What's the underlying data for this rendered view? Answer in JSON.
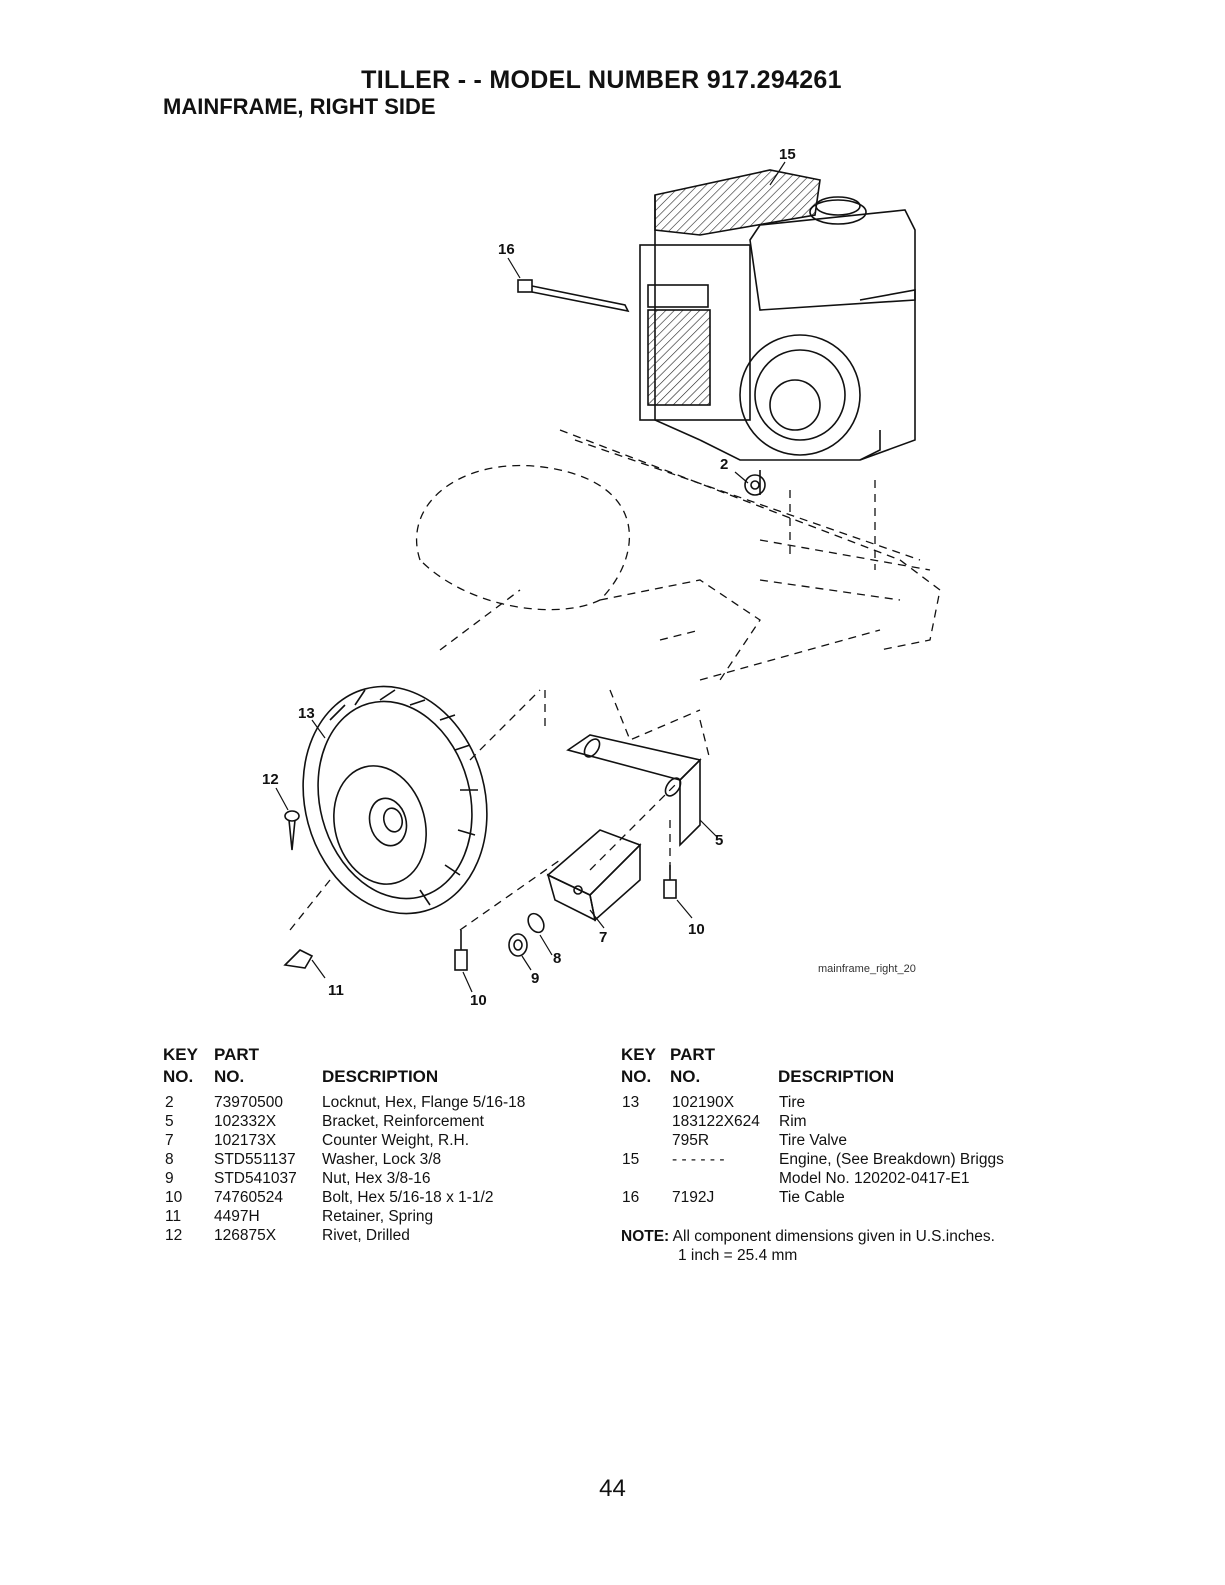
{
  "header": {
    "title": "TILLER - - MODEL NUMBER 917.294261",
    "subtitle": "MAINFRAME, RIGHT SIDE"
  },
  "diagram": {
    "figure_id": "mainframe_right_20",
    "callouts": [
      "15",
      "16",
      "2",
      "13",
      "12",
      "5",
      "10",
      "7",
      "8",
      "9",
      "11",
      "10"
    ]
  },
  "table_left": {
    "headers": {
      "key_top": "KEY",
      "key_bottom": "NO.",
      "part_top": "PART",
      "part_bottom": "NO.",
      "description": "DESCRIPTION"
    },
    "rows": [
      {
        "key": "2",
        "part": "73970500",
        "description": "Locknut, Hex, Flange 5/16-18"
      },
      {
        "key": "5",
        "part": "102332X",
        "description": "Bracket, Reinforcement"
      },
      {
        "key": "7",
        "part": "102173X",
        "description": "Counter Weight, R.H."
      },
      {
        "key": "8",
        "part": "STD551137",
        "description": "Washer, Lock 3/8"
      },
      {
        "key": "9",
        "part": "STD541037",
        "description": "Nut, Hex 3/8-16"
      },
      {
        "key": "10",
        "part": "74760524",
        "description": "Bolt, Hex 5/16-18 x 1-1/2"
      },
      {
        "key": "11",
        "part": "4497H",
        "description": "Retainer, Spring"
      },
      {
        "key": "12",
        "part": "126875X",
        "description": "Rivet, Drilled"
      }
    ]
  },
  "table_right": {
    "headers": {
      "key_top": "KEY",
      "key_bottom": "NO.",
      "part_top": "PART",
      "part_bottom": "NO.",
      "description": "DESCRIPTION"
    },
    "rows": [
      {
        "key": "13",
        "part": "102190X",
        "description": "Tire"
      },
      {
        "key": "",
        "part": "183122X624",
        "description": "Rim"
      },
      {
        "key": "",
        "part": "795R",
        "description": "Tire Valve"
      },
      {
        "key": "15",
        "part": "- - - - - -",
        "description": "Engine, (See Breakdown) Briggs"
      },
      {
        "key": "",
        "part": "",
        "description": "Model No. 120202-0417-E1"
      },
      {
        "key": "16",
        "part": "7192J",
        "description": "Tie Cable"
      }
    ]
  },
  "note": {
    "label": "NOTE:",
    "text": "All component dimensions given in U.S.inches.",
    "line2": "1 inch = 25.4 mm"
  },
  "footer": {
    "page_number": "44"
  }
}
